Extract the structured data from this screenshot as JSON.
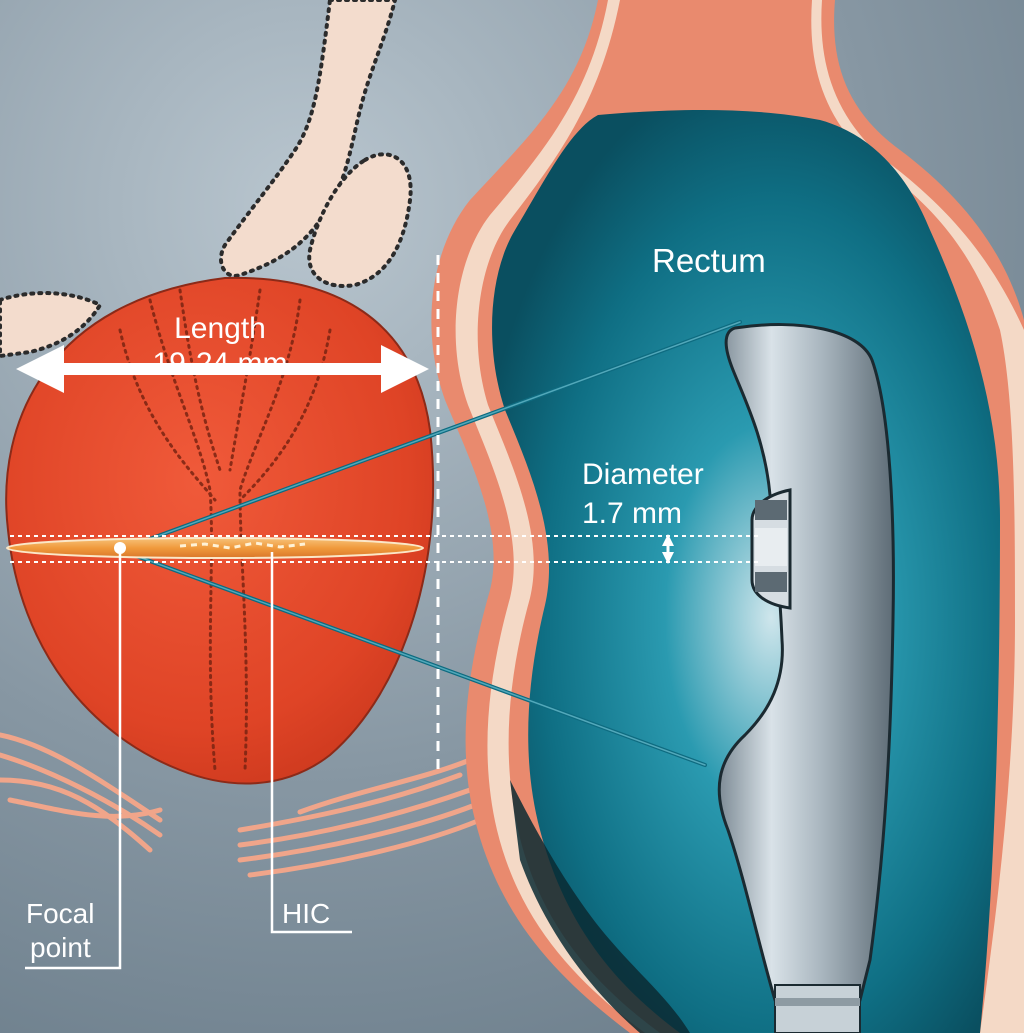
{
  "labels": {
    "rectum": "Rectum",
    "length_title": "Length",
    "length_value": "19-24 mm",
    "diameter_title": "Diameter",
    "diameter_value": "1.7 mm",
    "focal_line1": "Focal",
    "focal_line2": "point",
    "hic": "HIC"
  },
  "colors": {
    "background": "#7d8f9b",
    "prostate": "#e64a2e",
    "rectum": "#0f7488",
    "rectum_wall": "#e98a6e",
    "probe": "#a9b6bf",
    "focal_lesion": "#f2a24a",
    "bone": "#f3dccd"
  }
}
